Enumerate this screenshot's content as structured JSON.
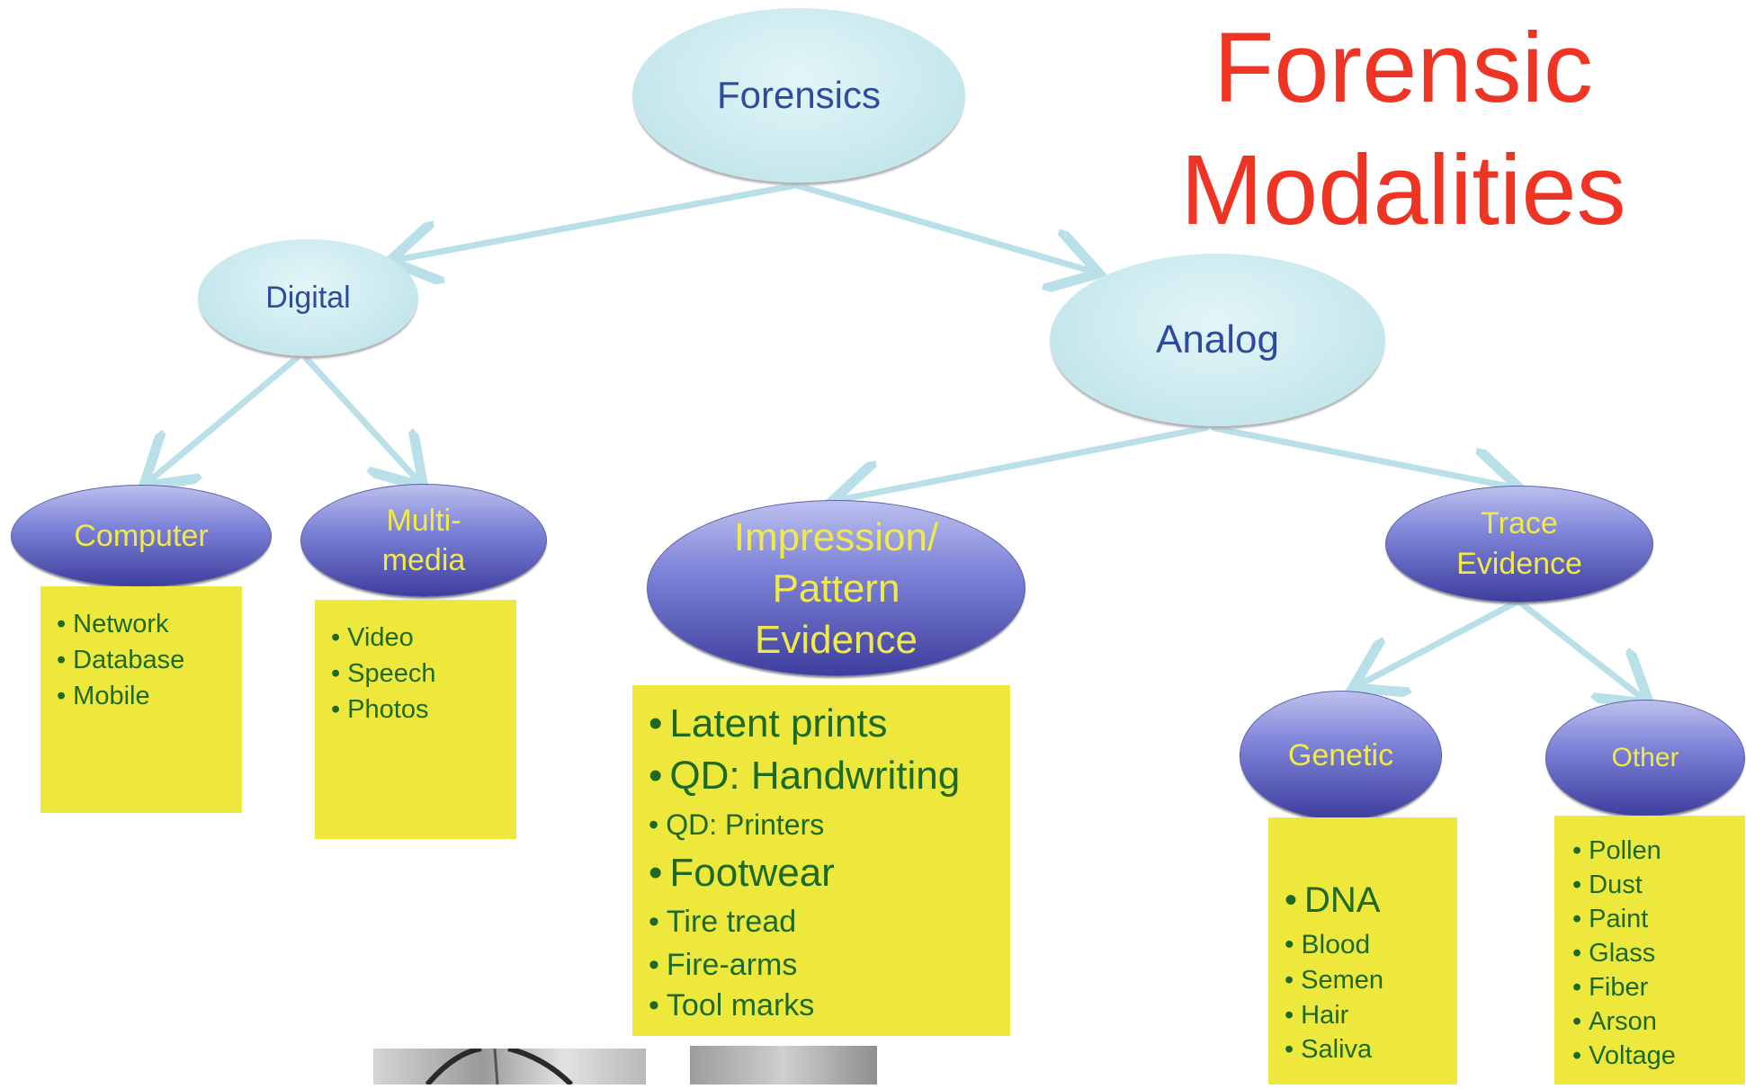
{
  "title": {
    "line1": "Forensic",
    "line2": "Modalities"
  },
  "nodes": {
    "forensics": "Forensics",
    "digital": "Digital",
    "analog": "Analog",
    "computer": "Computer",
    "multimedia": {
      "line1": "Multi-",
      "line2": "media"
    },
    "impression": {
      "line1": "Impression/",
      "line2": "Pattern",
      "line3": "Evidence"
    },
    "trace": {
      "line1": "Trace",
      "line2": "Evidence"
    },
    "genetic": "Genetic",
    "other": "Other"
  },
  "lists": {
    "computer": [
      "Network",
      "Database",
      "Mobile"
    ],
    "multimedia": [
      "Video",
      "Speech",
      "Photos"
    ],
    "impression": [
      "Latent prints",
      "QD:  Handwriting",
      "QD:  Printers",
      "Footwear",
      "Tire tread",
      "Fire-arms",
      "Tool marks"
    ],
    "genetic": [
      "DNA",
      "Blood",
      "Semen",
      "Hair",
      "Saliva"
    ],
    "other": [
      "Pollen",
      "Dust",
      "Paint",
      "Glass",
      "Fiber",
      "Arson",
      "Voltage"
    ]
  },
  "bullet": "•",
  "colors": {
    "title": "#ee3524",
    "light_node_text": "#2e4b9c",
    "dark_node_text": "#f1e94a",
    "box_fill": "#ede83b",
    "box_text": "#1d6a24",
    "connector": "#b9e0e8"
  }
}
